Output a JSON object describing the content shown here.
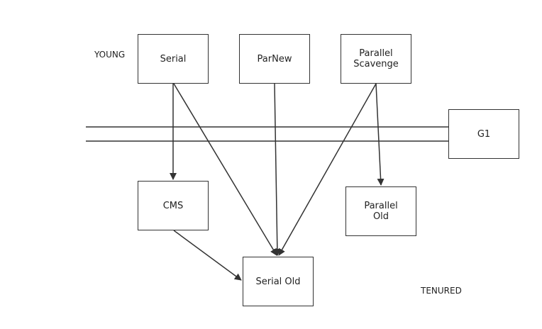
{
  "regions": {
    "young": "YOUNG",
    "tenured": "TENURED"
  },
  "nodes": {
    "serial": "Serial",
    "parnew": "ParNew",
    "parallel_scavenge": "Parallel\nScavenge",
    "g1": "G1",
    "cms": "CMS",
    "parallel_old": "Parallel\nOld",
    "serial_old": "Serial Old"
  },
  "edges": [
    {
      "from": "serial",
      "to": "cms"
    },
    {
      "from": "serial",
      "to": "serial_old"
    },
    {
      "from": "parnew",
      "to": "serial_old"
    },
    {
      "from": "parallel_scavenge",
      "to": "serial_old"
    },
    {
      "from": "parallel_scavenge",
      "to": "parallel_old"
    },
    {
      "from": "cms",
      "to": "serial_old"
    }
  ],
  "colors": {
    "stroke": "#333333",
    "text": "#222222",
    "background": "#ffffff"
  }
}
